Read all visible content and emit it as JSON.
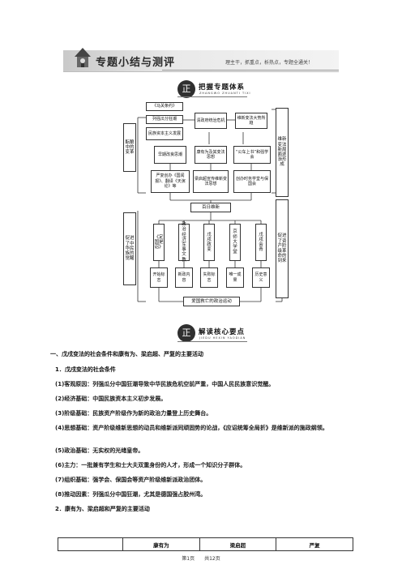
{
  "header": {
    "title": "专题小结与测评",
    "slogan": "理主干，抓重点，析热点，专题全通关！"
  },
  "section1": {
    "seal": "正",
    "title": "把握专题体系",
    "subtitle": "ZHANGWO ZHUANTI TIXI"
  },
  "diagram": {
    "left_vertical": "酝酿中的变革",
    "right_top_vertical": "维新变法新局面逐渐形成",
    "left_bottom_vertical": "促进了中华民族的觉醒",
    "right_bottom_vertical": "促进了资产阶级革命的到来",
    "top_boxes": [
      "《马关条约》",
      "列强瓜分狂潮",
      "民族资本主义发展"
    ],
    "crisis": "清政府统治危机",
    "rise": "维新变法大势所趋",
    "row2": [
      "早期改良思潮",
      "康有为及其变法思想",
      "“公车上书”和强学会"
    ],
    "row3": [
      "严复创办《国闻报》、翻译《天演论》等",
      "梁启超宣传维新变法思想",
      "创办时务学堂与保国会"
    ],
    "hundred_days": "百日维新",
    "cols": [
      "《定国是诏》",
      "政治经济军事文教",
      "戊戌政变",
      "京师大学堂",
      "戊戌会青"
    ],
    "col_labels": [
      "开始标志",
      "新政内容",
      "失败标志",
      "唯一成果",
      "历史意义"
    ],
    "bottom": "爱国救亡的政治运动"
  },
  "section2": {
    "seal": "正",
    "title": "解读核心要点",
    "subtitle": "JIEDU HEXIN YAODIAN"
  },
  "content": {
    "h1": "一、戊戌变法的社会条件和康有为、梁启超、严复的主要活动",
    "h1_1": "1．戊戌变法的社会条件",
    "items": [
      "(1)客观原因：列强瓜分中国狂潮导致中华民族危机空前严重，中国人民民族意识觉醒。",
      "(2)经济基础：中国民族资本主义初步发展。",
      "(3)阶级基础：民族资产阶级作为新的政治力量登上历史舞台。",
      "(4)思想基础：资产阶级维新思想的动员和维新派同顽固势的论战，《应诏统筹全局折》是维新派的施政纲领。",
      "(5)政治基础：无实权的光绪皇帝。",
      "(6)主力：一批兼有学生和士大夫双重身份的人才，形成一个知识分子群体。",
      "(7)组织基础：强学会、保国会等资产阶级维新派政治团体。",
      "(8)推动因素：列强瓜分中国狂潮，尤其是德国强占胶州湾。"
    ],
    "h1_2": "2．康有为、梁启超和严复的主要活动",
    "table_headers": [
      "",
      "康有为",
      "梁启超",
      "严复"
    ]
  },
  "footer": {
    "text": "第1页　　共12页"
  }
}
